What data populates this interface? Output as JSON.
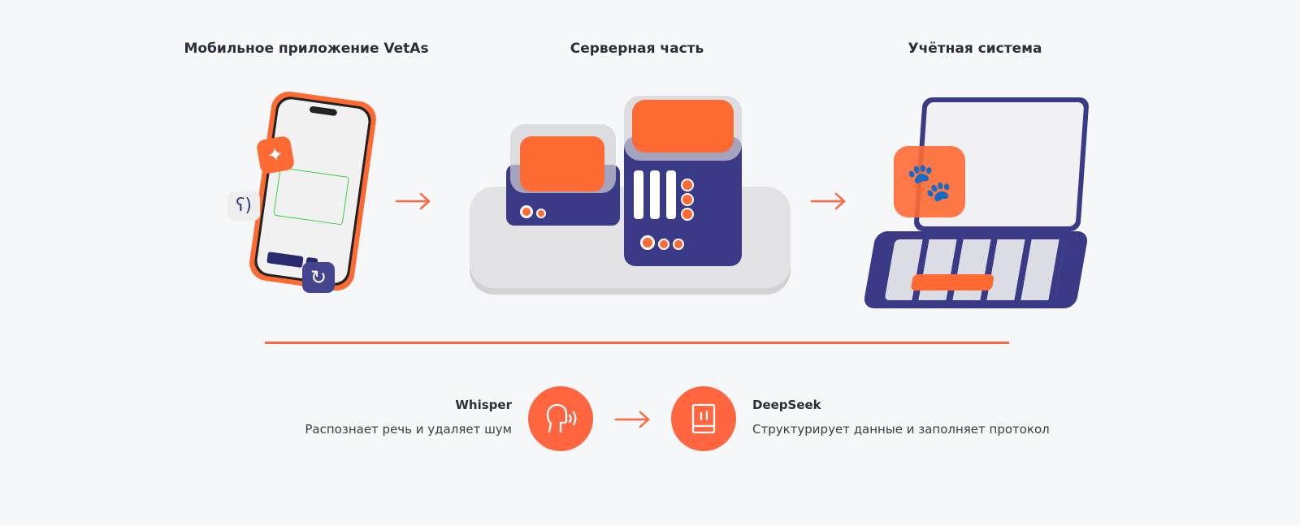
{
  "titles": {
    "mobile": "Мобильное приложение VetAs",
    "server": "Серверная часть",
    "accounting": "Учётная система"
  },
  "pipeline": {
    "whisper": {
      "name": "Whisper",
      "description": "Распознает речь и удаляет шум",
      "icon": "speech-head-icon"
    },
    "deepseek": {
      "name": "DeepSeek",
      "description": "Структурирует данные и заполняет протокол",
      "icon": "book-icon"
    }
  },
  "colors": {
    "accent": "#ff6640",
    "navy": "#3b3a86",
    "background": "#f6f7f9"
  }
}
